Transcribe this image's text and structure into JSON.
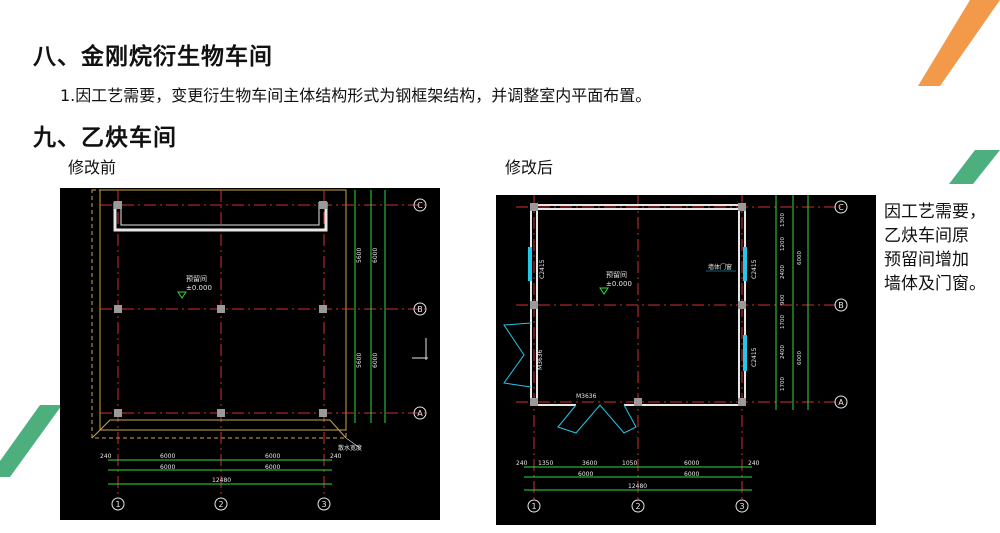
{
  "section8": {
    "title": "八、金刚烷衍生物车间",
    "item1": "1.因工艺需要，变更衍生物车间主体结构形式为钢框架结构，并调整室内平面布置。"
  },
  "section9": {
    "title": "九、乙炔车间",
    "before_label": "修改前",
    "after_label": "修改后",
    "side_note_lines": [
      "因工艺需要，",
      "乙炔车间原",
      "预留间增加",
      "墙体及门窗。"
    ]
  },
  "drawing_before": {
    "room_label": "预留间",
    "elevation": "±0.000",
    "grid_letters": [
      "C",
      "B",
      "A"
    ],
    "grid_numbers": [
      "1",
      "2",
      "3"
    ],
    "dim_edge": "240",
    "dim_bays": [
      "6000",
      "6000"
    ],
    "dim_total": "12480",
    "dim_right": [
      "5600",
      "6000",
      "5600",
      "6000"
    ],
    "note": "散水宽度"
  },
  "drawing_after": {
    "room_label": "预留间",
    "elevation": "±0.000",
    "door_label": "M3636",
    "door_side_label": "M3636",
    "window_labels": [
      "C2415",
      "C2415",
      "C2415"
    ],
    "grid_letters": [
      "C",
      "B",
      "A"
    ],
    "grid_numbers": [
      "1",
      "2",
      "3"
    ],
    "dim_edge": "240",
    "dim_segments": [
      "1350",
      "3600",
      "1050",
      "6000"
    ],
    "dim_bays": [
      "6000",
      "6000"
    ],
    "dim_total": "12480",
    "dim_right": [
      "1300",
      "1200",
      "2400",
      "900",
      "1700",
      "2400",
      "1700",
      "6000",
      "6000"
    ],
    "annotation": "墙体门窗"
  },
  "colors": {
    "accent_orange": "#f2994a",
    "accent_green": "#4caf7d",
    "cad_background": "#000000",
    "cad_grid_red": "#d03030",
    "cad_dim_green": "#2fdc3a",
    "cad_wall_white": "#e6e6e6",
    "cad_window_cyan": "#21c8e8"
  }
}
